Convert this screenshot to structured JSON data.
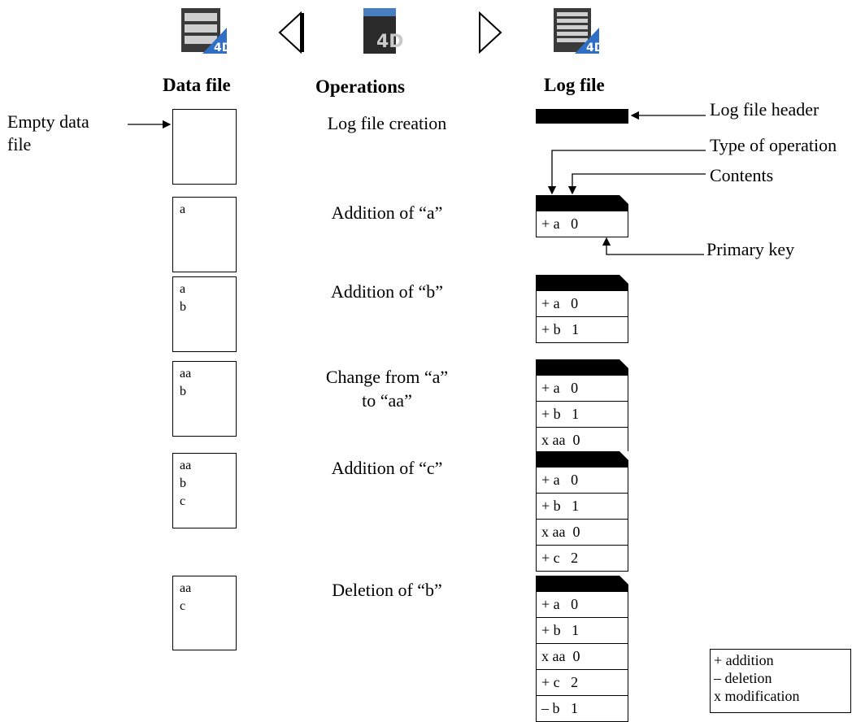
{
  "headers": {
    "data_file": "Data file",
    "operations": "Operations",
    "log_file": "Log file"
  },
  "labels": {
    "empty_data_file": [
      "Empty data",
      "file"
    ],
    "log_file_header": "Log file header",
    "type_of_operation": "Type of operation",
    "contents": "Contents",
    "primary_key": "Primary key"
  },
  "steps": [
    {
      "data": [],
      "operation": [
        "Log file creation"
      ],
      "log": []
    },
    {
      "data": [
        "a"
      ],
      "operation": [
        "Addition of “a”"
      ],
      "log": [
        "+ a   0"
      ]
    },
    {
      "data": [
        "a",
        "b"
      ],
      "operation": [
        "Addition of “b”"
      ],
      "log": [
        "+ a   0",
        "+ b   1"
      ]
    },
    {
      "data": [
        "aa",
        "b"
      ],
      "operation": [
        "Change from “a”",
        "to “aa”"
      ],
      "log": [
        "+ a   0",
        "+ b   1",
        "x aa  0"
      ]
    },
    {
      "data": [
        "aa",
        "b",
        "c"
      ],
      "operation": [
        "Addition of “c”"
      ],
      "log": [
        "+ a   0",
        "+ b   1",
        "x aa  0",
        "+ c   2"
      ]
    },
    {
      "data": [
        "aa",
        "c"
      ],
      "operation": [
        "Deletion of “b”"
      ],
      "log": [
        "+ a   0",
        "+ b   1",
        "x aa  0",
        "+ c   2",
        "– b   1"
      ]
    }
  ],
  "legend": [
    "+ addition",
    "– deletion",
    "x modification"
  ],
  "icons": [
    "data-file-4d-icon",
    "left-arrow-icon",
    "4d-server-icon",
    "right-arrow-icon",
    "log-file-4d-icon"
  ]
}
